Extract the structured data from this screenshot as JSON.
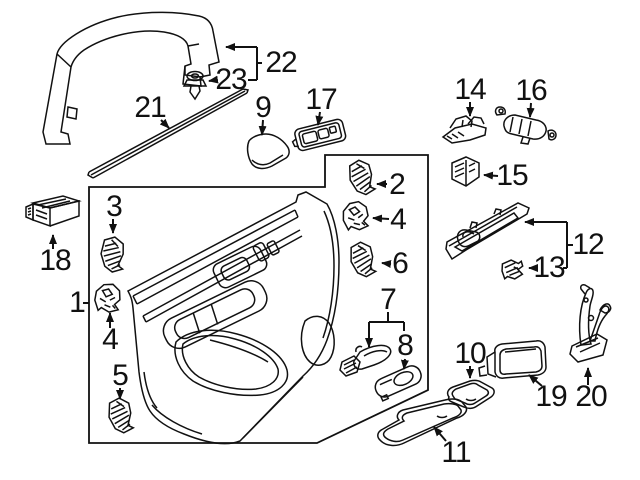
{
  "diagram_type": "exploded-parts-diagram-front-door-interior-trim",
  "colors": {
    "background": "#ffffff",
    "line": "#111111",
    "label_text": "#111111"
  },
  "callouts": {
    "c1": {
      "label": "1"
    },
    "c2": {
      "label": "2"
    },
    "c3": {
      "label": "3"
    },
    "c4_left": {
      "label": "4"
    },
    "c4_right": {
      "label": "4"
    },
    "c5": {
      "label": "5"
    },
    "c6": {
      "label": "6"
    },
    "c7": {
      "label": "7"
    },
    "c8": {
      "label": "8"
    },
    "c9": {
      "label": "9"
    },
    "c10": {
      "label": "10"
    },
    "c11": {
      "label": "11"
    },
    "c12": {
      "label": "12"
    },
    "c13": {
      "label": "13"
    },
    "c14": {
      "label": "14"
    },
    "c15": {
      "label": "15"
    },
    "c16": {
      "label": "16"
    },
    "c17": {
      "label": "17"
    },
    "c18": {
      "label": "18"
    },
    "c19": {
      "label": "19"
    },
    "c20": {
      "label": "20"
    },
    "c21": {
      "label": "21"
    },
    "c22": {
      "label": "22"
    },
    "c23": {
      "label": "23"
    }
  }
}
